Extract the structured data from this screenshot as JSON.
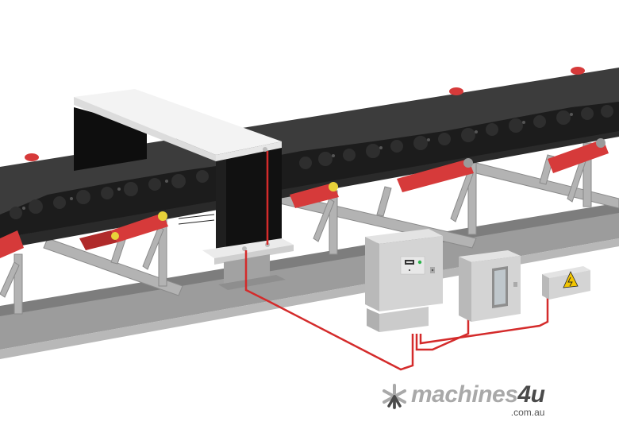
{
  "scene": {
    "subject": "conveyor belt metal detector with control cabinets",
    "colors": {
      "background": "#ffffff",
      "belt": "#3a3a3a",
      "coal": "#1e1e1e",
      "roller": "#d63a3a",
      "roller_cap": "#e8d23a",
      "frame": "#a8a8a8",
      "detector_top": "#f2f2f2",
      "detector_side": "#111111",
      "cabinet": "#cfcfcf",
      "cable": "#d42b2b",
      "warning": "#f2c500"
    },
    "components": [
      {
        "name": "metal-detector-arch"
      },
      {
        "name": "main-control-cabinet"
      },
      {
        "name": "secondary-cabinet-window"
      },
      {
        "name": "junction-box-warning"
      }
    ]
  },
  "logo": {
    "main": "machines",
    "accent": "4u",
    "domain": ".com.au"
  }
}
